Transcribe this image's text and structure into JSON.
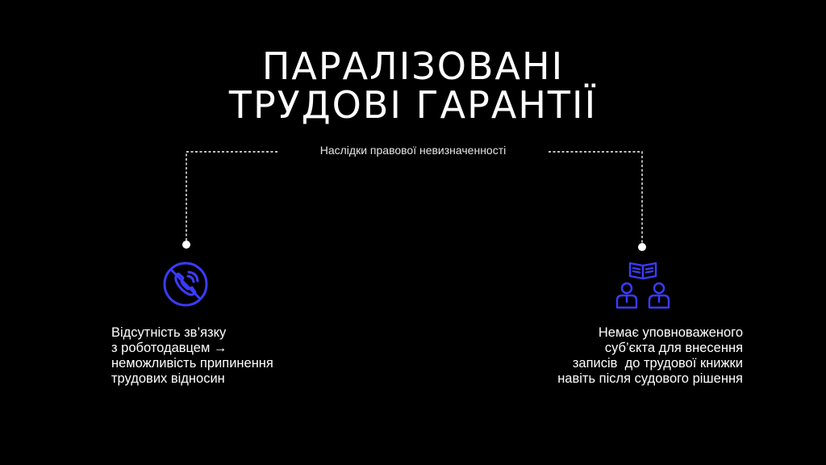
{
  "title": {
    "line1": "ПАРАЛІЗОВАНІ",
    "line2": "ТРУДОВІ ГАРАНТІЇ"
  },
  "subtitle": "Наслідки правової невизначенності",
  "left_item": {
    "icon": "no-phone-icon",
    "lines": [
      "Відсутність зв’язку",
      "з роботодавцем →",
      "неможливість припинення",
      "трудових відносин"
    ]
  },
  "right_item": {
    "icon": "people-with-book-icon",
    "lines": [
      "Немає уповноваженого",
      "суб’єкта для внесення",
      "записів  до трудової книжки",
      "навіть після судового рішення"
    ]
  },
  "colors": {
    "background": "#000000",
    "text": "#ffffff",
    "icon_blue": "#3b3bff"
  }
}
